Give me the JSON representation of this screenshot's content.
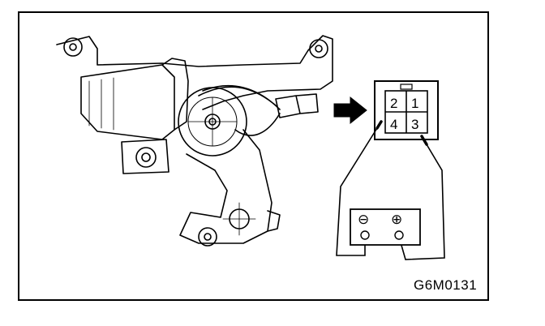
{
  "figure_code": "G6M0131",
  "connector": {
    "pins": [
      {
        "label": "2"
      },
      {
        "label": "1"
      },
      {
        "label": "4"
      },
      {
        "label": "3"
      }
    ]
  },
  "battery": {
    "negative_symbol": "⊖",
    "positive_symbol": "⊕"
  }
}
